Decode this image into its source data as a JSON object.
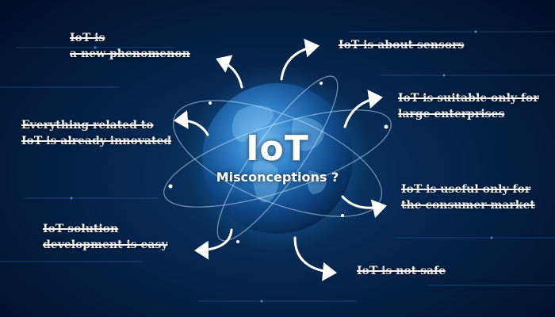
{
  "center": {
    "title": "IoT",
    "subtitle": "Misconceptions ?"
  },
  "misconceptions": [
    {
      "id": "new-phenomenon",
      "lines": [
        "IoT is",
        "a new phenomenon"
      ]
    },
    {
      "id": "about-sensors",
      "lines": [
        "IoT is about sensors"
      ]
    },
    {
      "id": "large-enterprises",
      "lines": [
        "IoT is suitable only for",
        "large enterprises"
      ]
    },
    {
      "id": "already-innovated",
      "lines": [
        "Everything related to",
        "IoT is already innovated"
      ]
    },
    {
      "id": "consumer-market",
      "lines": [
        "IoT is useful only for",
        "the consumer market"
      ]
    },
    {
      "id": "development-easy",
      "lines": [
        "IoT solution",
        "development is easy"
      ]
    },
    {
      "id": "not-safe",
      "lines": [
        "IoT is not safe"
      ]
    }
  ],
  "colors": {
    "background": "#031634",
    "globe": "#1f6fb8",
    "text": "#ffffff",
    "arrow": "#ffffff"
  }
}
